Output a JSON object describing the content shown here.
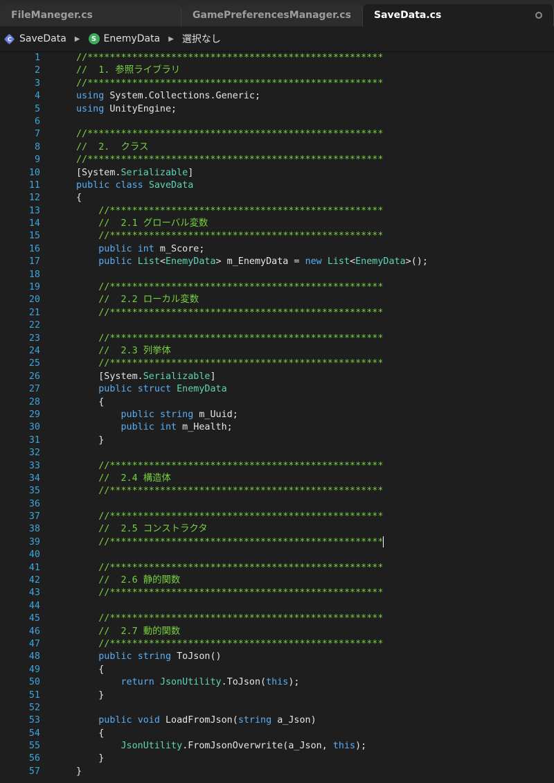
{
  "tabs": [
    {
      "label": "FileManeger.cs"
    },
    {
      "label": "GamePreferencesManager.cs"
    },
    {
      "label": "SaveData.cs",
      "active": true
    }
  ],
  "breadcrumb": {
    "class_icon": "class-icon",
    "class_icon_letter": "C",
    "class_name": "SaveData",
    "struct_icon": "struct-icon",
    "struct_icon_letter": "S",
    "struct_name": "EnemyData",
    "selection": "選択なし",
    "separator": "▶"
  },
  "colors": {
    "comment": "#78d040",
    "keyword": "#5aaef6",
    "type": "#5fd4b6",
    "line_number": "#3da6dd",
    "background": "#1e1e1e"
  },
  "code_lines": [
    "//*****************************************************",
    "//  1. 参照ライブラリ",
    "//*****************************************************",
    "using System.Collections.Generic;",
    "using UnityEngine;",
    "",
    "//*****************************************************",
    "//  2.  クラス",
    "//*****************************************************",
    "[System.Serializable]",
    "public class SaveData",
    "{",
    "    //*************************************************",
    "    //  2.1 グローバル変数",
    "    //*************************************************",
    "    public int m_Score;",
    "    public List<EnemyData> m_EnemyData = new List<EnemyData>();",
    "",
    "    //*************************************************",
    "    //  2.2 ローカル変数",
    "    //*************************************************",
    "",
    "    //*************************************************",
    "    //  2.3 列挙体",
    "    //*************************************************",
    "    [System.Serializable]",
    "    public struct EnemyData",
    "    {",
    "        public string m_Uuid;",
    "        public int m_Health;",
    "    }",
    "",
    "    //*************************************************",
    "    //  2.4 構造体",
    "    //*************************************************",
    "",
    "    //*************************************************",
    "    //  2.5 コンストラクタ",
    "    //*************************************************",
    "",
    "    //*************************************************",
    "    //  2.6 静的関数",
    "    //*************************************************",
    "",
    "    //*************************************************",
    "    //  2.7 動的関数",
    "    //*************************************************",
    "    public string ToJson()",
    "    {",
    "        return JsonUtility.ToJson(this);",
    "    }",
    "",
    "    public void LoadFromJson(string a_Json)",
    "    {",
    "        JsonUtility.FromJsonOverwrite(a_Json, this);",
    "    }",
    "}"
  ]
}
